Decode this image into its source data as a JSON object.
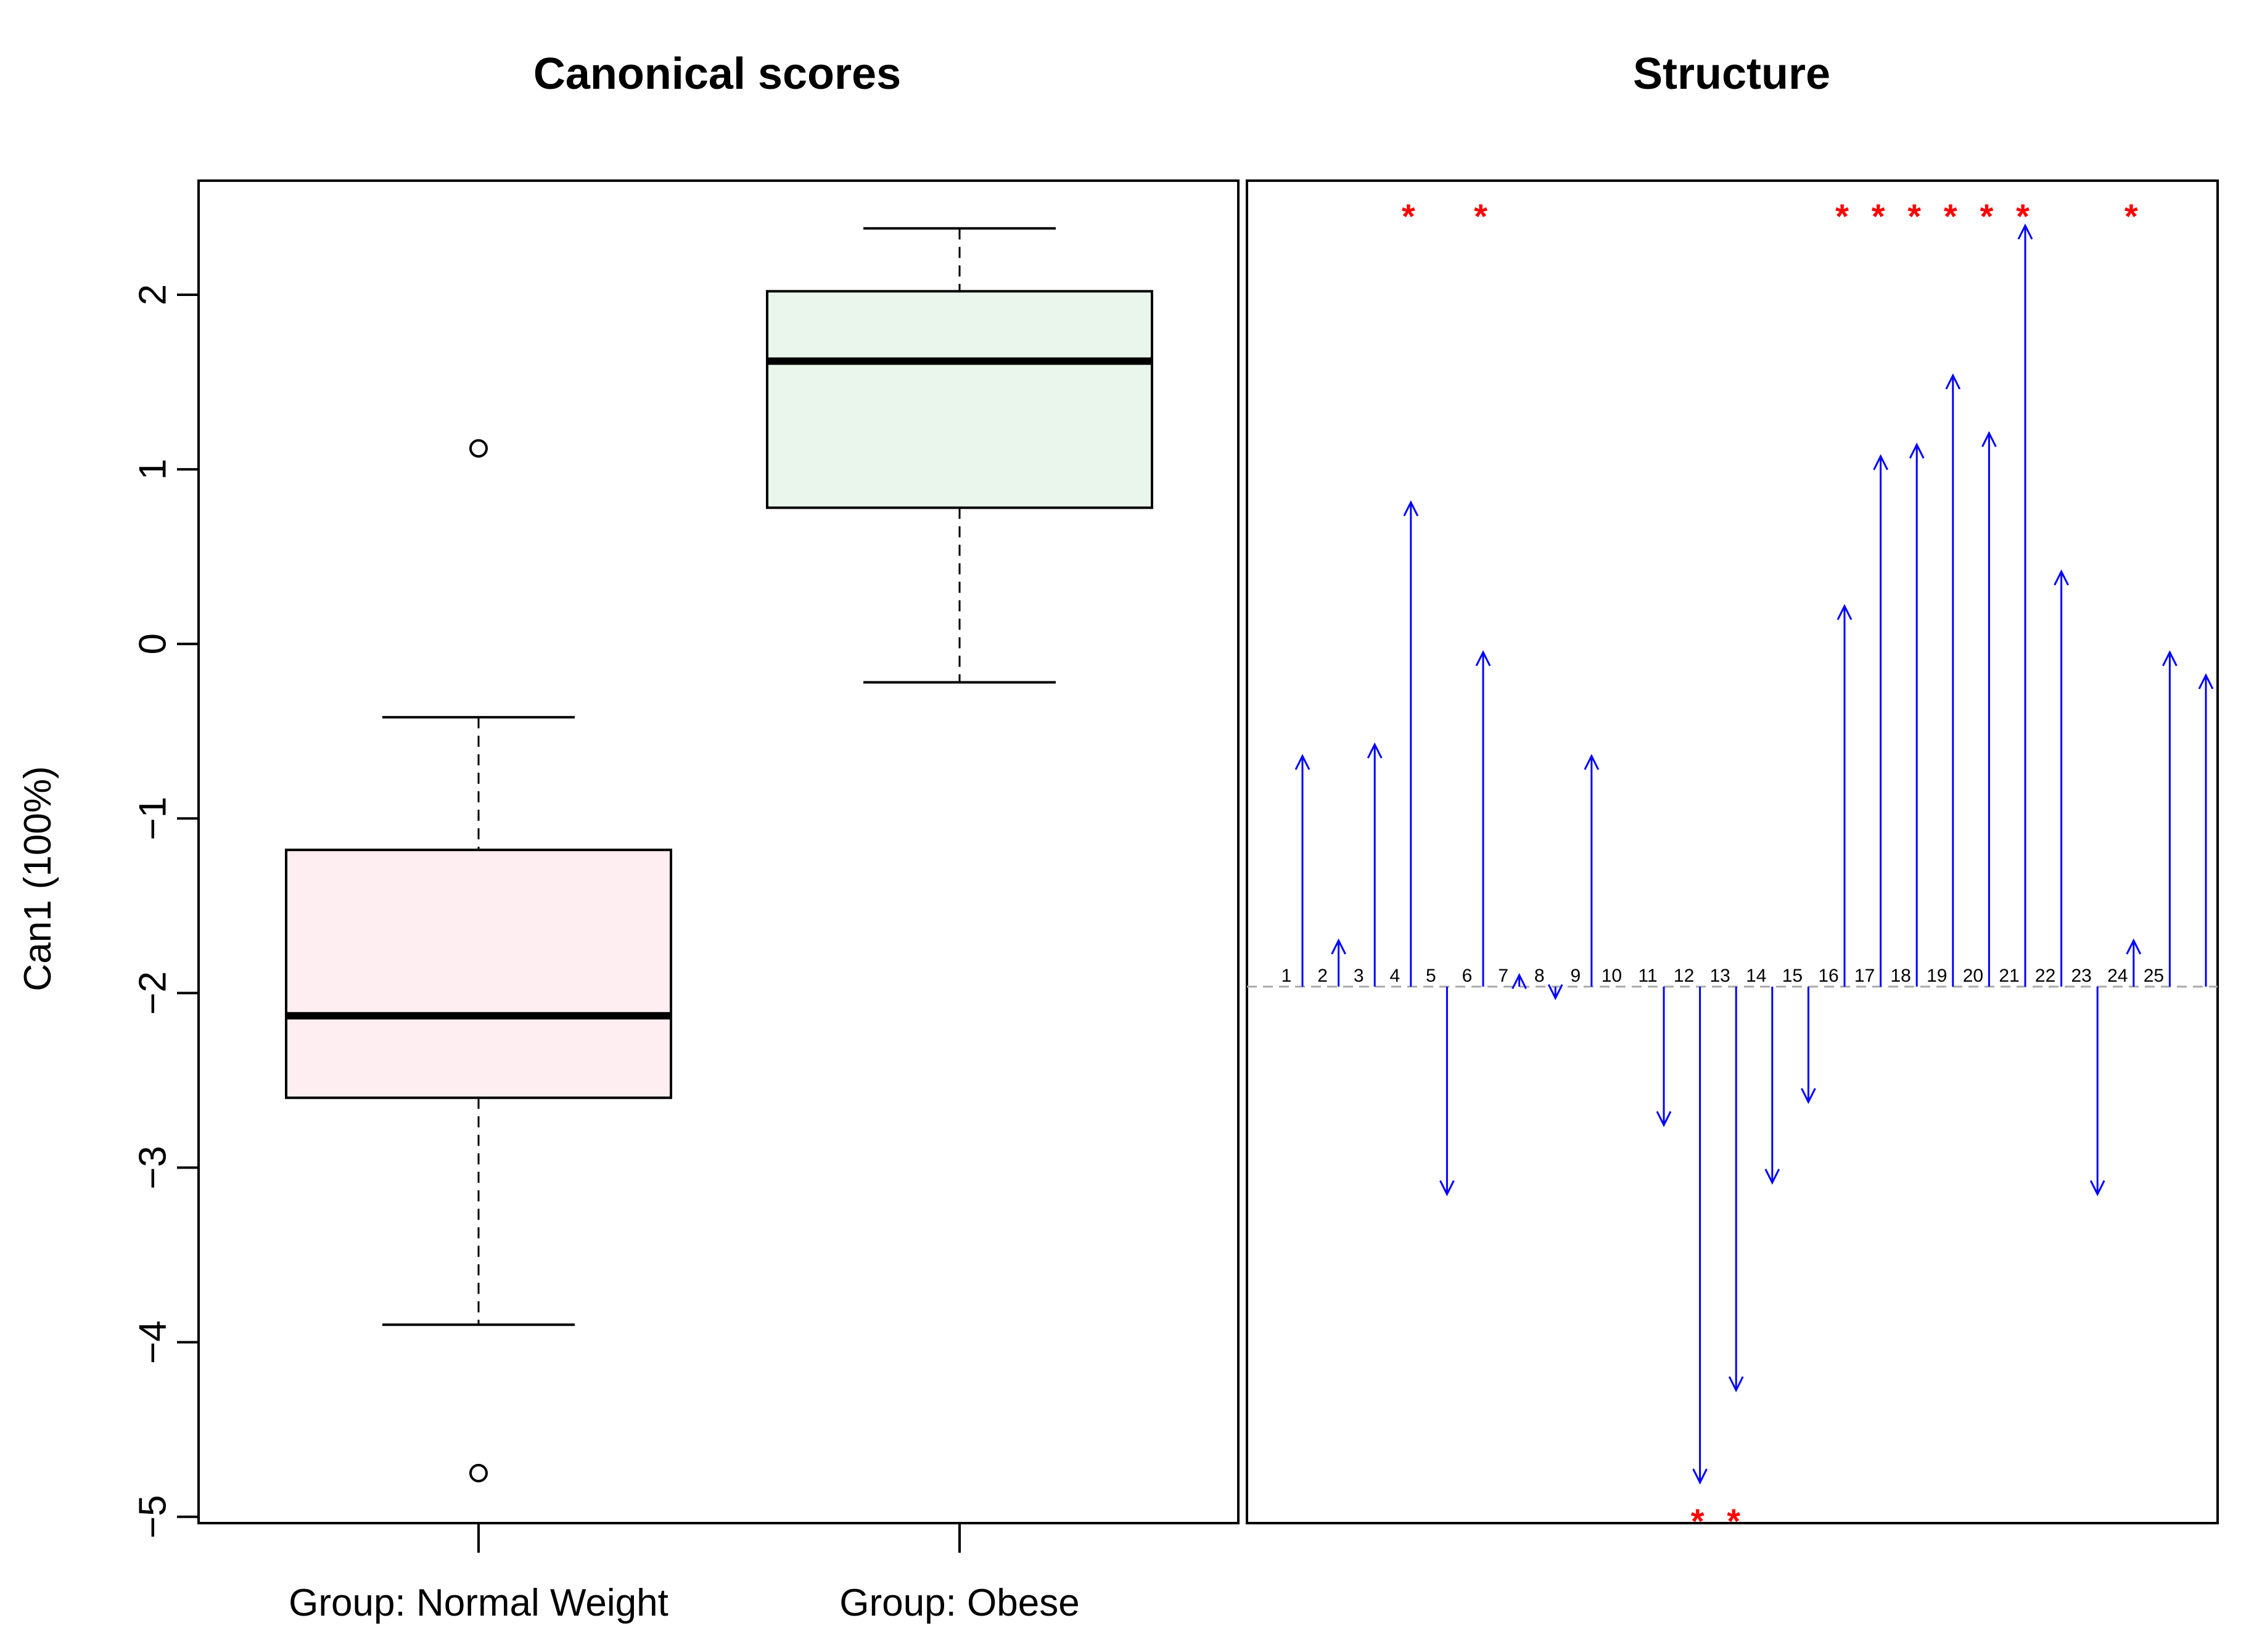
{
  "chart_data": [
    {
      "type": "box",
      "title": "Canonical scores",
      "ylabel": "Can1 (100%)",
      "ylim": [
        -5,
        2.6
      ],
      "yticks": [
        -5,
        -4,
        -3,
        -2,
        -1,
        0,
        1,
        2
      ],
      "categories": [
        "Group: Normal Weight",
        "Group: Obese"
      ],
      "boxes": [
        {
          "category": "Group: Normal Weight",
          "whisker_low": -3.9,
          "q1": -2.6,
          "median": -2.13,
          "q3": -1.18,
          "whisker_high": -0.42,
          "outliers": [
            1.12,
            -4.75
          ],
          "fill": "#ffeef1"
        },
        {
          "category": "Group: Obese",
          "whisker_low": -0.22,
          "q1": 0.78,
          "median": 1.62,
          "q3": 2.02,
          "whisker_high": 2.38,
          "outliers": [],
          "fill": "#eaf6eb"
        }
      ]
    },
    {
      "type": "bar",
      "title": "Structure",
      "arrow_color": "#0000ff",
      "star_color": "#ff0000",
      "baseline_color": "#aaaaaa",
      "ylim": [
        -0.7,
        0.7
      ],
      "variables": [
        {
          "label": "1",
          "value": 0.2,
          "significant": false
        },
        {
          "label": "2",
          "value": 0.04,
          "significant": false
        },
        {
          "label": "3",
          "value": 0.21,
          "significant": false
        },
        {
          "label": "4",
          "value": 0.42,
          "significant": true
        },
        {
          "label": "5",
          "value": -0.18,
          "significant": false
        },
        {
          "label": "6",
          "value": 0.29,
          "significant": true
        },
        {
          "label": "7",
          "value": 0.01,
          "significant": false
        },
        {
          "label": "8",
          "value": -0.01,
          "significant": false
        },
        {
          "label": "9",
          "value": 0.2,
          "significant": false
        },
        {
          "label": "10",
          "value": 0.0,
          "significant": false
        },
        {
          "label": "11",
          "value": -0.12,
          "significant": false
        },
        {
          "label": "12",
          "value": -0.43,
          "significant": true
        },
        {
          "label": "13",
          "value": -0.35,
          "significant": true
        },
        {
          "label": "14",
          "value": -0.17,
          "significant": false
        },
        {
          "label": "15",
          "value": -0.1,
          "significant": false
        },
        {
          "label": "16",
          "value": 0.33,
          "significant": true
        },
        {
          "label": "17",
          "value": 0.46,
          "significant": true
        },
        {
          "label": "18",
          "value": 0.47,
          "significant": true
        },
        {
          "label": "19",
          "value": 0.53,
          "significant": true
        },
        {
          "label": "20",
          "value": 0.48,
          "significant": true
        },
        {
          "label": "21",
          "value": 0.66,
          "significant": true
        },
        {
          "label": "22",
          "value": 0.36,
          "significant": false
        },
        {
          "label": "23",
          "value": -0.18,
          "significant": false
        },
        {
          "label": "24",
          "value": 0.04,
          "significant": true
        },
        {
          "label": "25",
          "value": 0.29,
          "significant": false
        },
        {
          "label": "",
          "value": 0.27,
          "significant": false
        }
      ]
    }
  ]
}
